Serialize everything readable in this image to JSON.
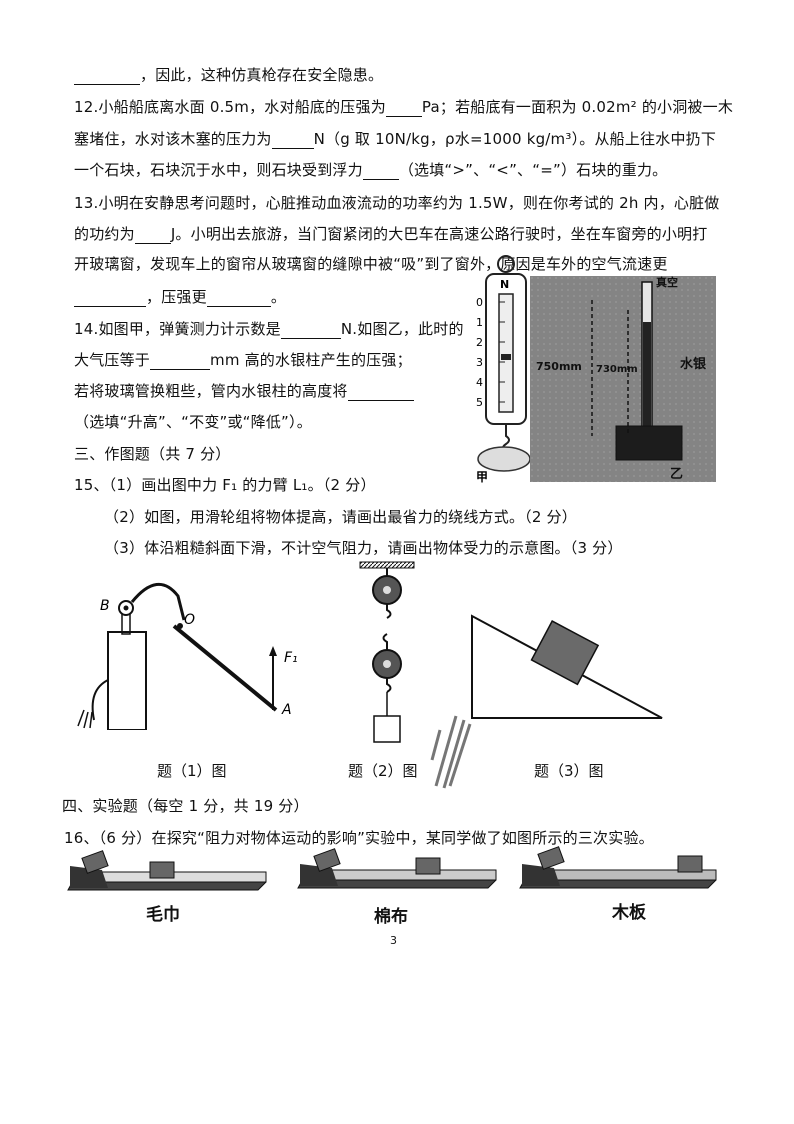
{
  "q11_tail": "，因此，这种仿真枪存在安全隐患。",
  "q12": {
    "l1a": "12.小船船底离水面 0.5m，水对船底的压强为",
    "l1b": "Pa；若船底有一面积为 0.02m² 的小洞被一木",
    "l2a": "塞堵住，水对该木塞的压力为",
    "l2b": "N（g 取 10N/kg，ρ水=1000 kg/m³）。从船上往水中扔下",
    "l3a": "一个石块，石块沉于水中，则石块受到浮力",
    "l3b": "（选填“>”、“<”、“=”）石块的重力。"
  },
  "q13": {
    "l1": "13.小明在安静思考问题时，心脏推动血液流动的功率约为 1.5W，则在你考试的 2h 内，心脏做",
    "l2a": "的功约为",
    "l2b": "J。小明出去旅游，当门窗紧闭的大巴车在高速公路行驶时，坐在车窗旁的小明打",
    "l3": "开玻璃窗，发现车上的窗帘从玻璃窗的缝隙中被“吸”到了窗外，原因是车外的空气流速更",
    "l4a": "，压强更",
    "l4b": "。"
  },
  "q14": {
    "l1a": "14.如图甲，弹簧测力计示数是",
    "l1b": "N.如图乙，此时的",
    "l2a": "大气压等于",
    "l2b": "mm 高的水银柱产生的压强；",
    "l3": "若将玻璃管换粗些，管内水银柱的高度将",
    "l4": "（选填“升高”、“不变”或“降低”）。"
  },
  "section3": "三、作图题（共 7 分）",
  "q15": {
    "l1": "15、（1）画出图中力 F₁ 的力臂 L₁。（2 分）",
    "l2": "（2）如图，用滑轮组将物体提高，请画出最省力的绕线方式。（2 分）",
    "l3": "（3）体沿粗糙斜面下滑，不计空气阻力，请画出物体受力的示意图。（3 分）"
  },
  "fig_spring": {
    "label_n": "N",
    "ticks": [
      "0",
      "1",
      "2",
      "3",
      "4",
      "5"
    ],
    "caption": "甲"
  },
  "fig_barometer": {
    "top_label": "真空",
    "label_750": "750mm",
    "label_730": "730mm",
    "mercury_label": "水银",
    "caption": "乙"
  },
  "fig_lever": {
    "label_b": "B",
    "label_o": "O",
    "label_a": "A",
    "label_f": "F₁",
    "caption": "题（1）图"
  },
  "fig_pulley": {
    "caption": "题（2）图"
  },
  "fig_incline": {
    "caption": "题（3）图"
  },
  "section4": "四、实验题（每空 1 分，共 19 分）",
  "q16": {
    "l1": "16、（6 分）在探究“阻力对物体运动的影响”实验中，某同学做了如图所示的三次实验。"
  },
  "surfaces": [
    "毛巾",
    "棉布",
    "木板"
  ],
  "page_number": "3"
}
